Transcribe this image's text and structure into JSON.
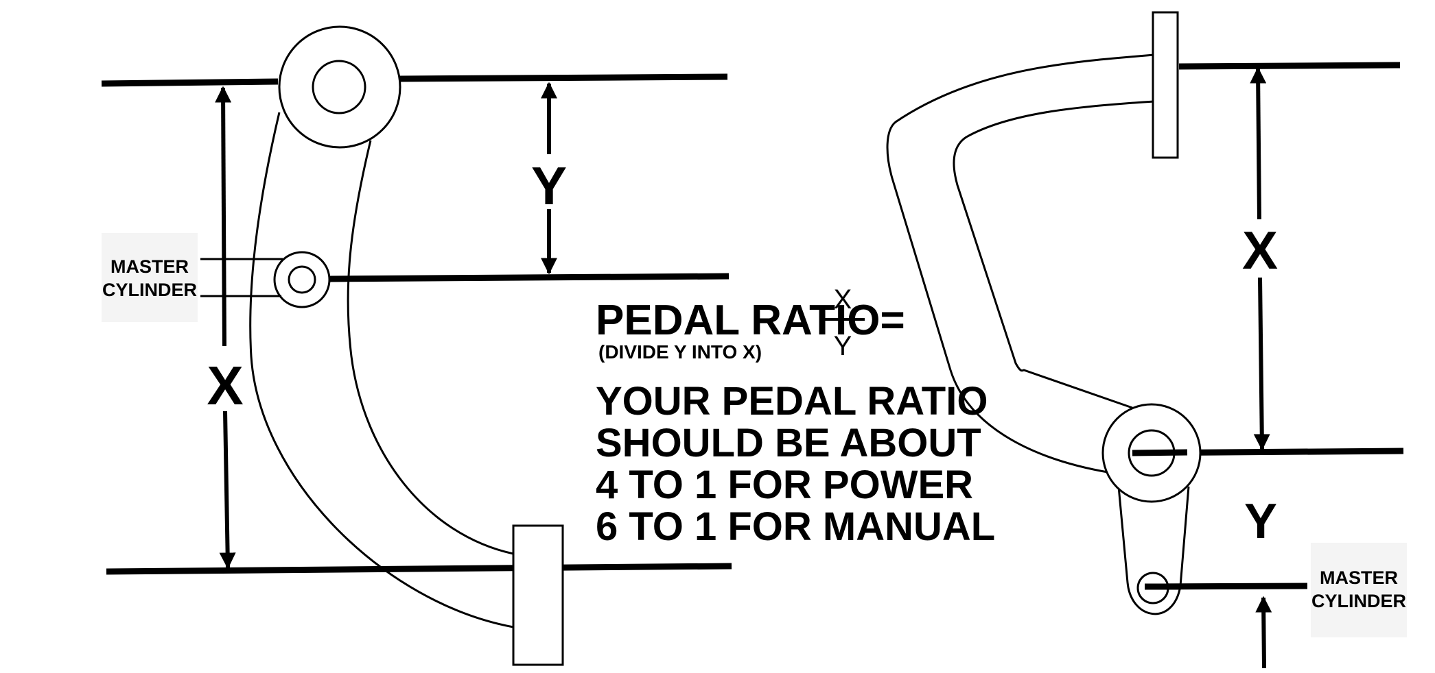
{
  "left_diagram": {
    "labels": {
      "x": "X",
      "y": "Y",
      "master_cylinder_line1": "MASTER",
      "master_cylinder_line2": "CYLINDER"
    }
  },
  "right_diagram": {
    "labels": {
      "x": "X",
      "y": "Y",
      "master_cylinder_line1": "MASTER",
      "master_cylinder_line2": "CYLINDER"
    }
  },
  "formula": {
    "label": "PEDAL RATIO=",
    "numerator": "X",
    "denominator": "Y",
    "note": "(DIVIDE Y INTO X)"
  },
  "advice": {
    "line1": "YOUR PEDAL RATIO",
    "line2": "SHOULD BE ABOUT",
    "line3": "4 TO 1 FOR POWER",
    "line4": "6 TO 1 FOR MANUAL"
  }
}
